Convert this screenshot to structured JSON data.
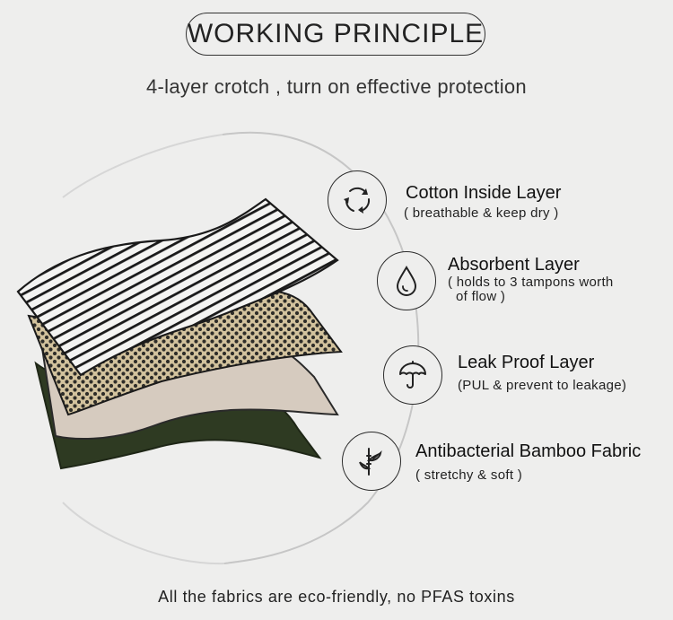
{
  "header": {
    "title": "WORKING PRINCIPLE",
    "subtitle": "4-layer crotch , turn on effective protection"
  },
  "features": [
    {
      "title": "Cotton Inside Layer",
      "desc": "( breathable & keep dry )",
      "icon": "recycle-arrows-icon"
    },
    {
      "title": "Absorbent Layer",
      "desc": "( holds to 3 tampons worth",
      "desc2": "of flow )",
      "icon": "water-drop-icon"
    },
    {
      "title": "Leak Proof Layer",
      "desc": "(PUL & prevent to leakage)",
      "icon": "umbrella-icon"
    },
    {
      "title": "Antibacterial Bamboo Fabric",
      "desc": "( stretchy & soft )",
      "icon": "bamboo-icon"
    }
  ],
  "footer": {
    "text": "All the fabrics are eco-friendly, no PFAS toxins"
  },
  "colors": {
    "background": "#eeeeed",
    "layer_dark_green": "#2e3a22",
    "layer_beige": "#d6cbbf",
    "layer_dotted": "#d2c29d",
    "layer_striped": "#f2f2f2"
  }
}
